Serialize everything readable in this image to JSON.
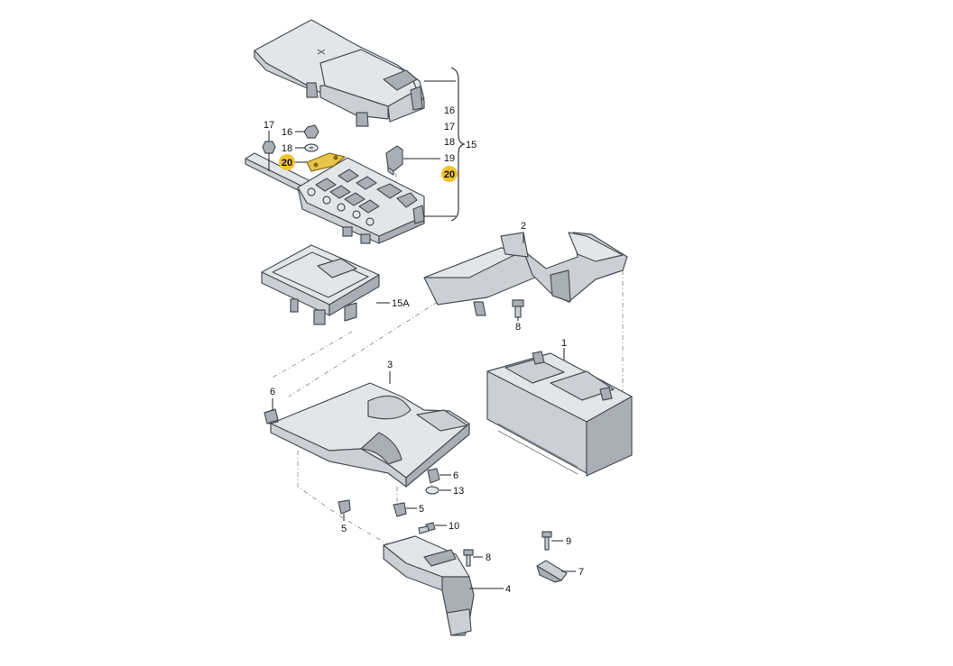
{
  "callouts": {
    "c1": "1",
    "c2": "2",
    "c3": "3",
    "c4": "4",
    "c5a": "5",
    "c5b": "5",
    "c6a": "6",
    "c6b": "6",
    "c7": "7",
    "c8a": "8",
    "c8b": "8",
    "c9": "9",
    "c10": "10",
    "c13": "13",
    "c15": "15",
    "c15a": "15A",
    "c16a": "16",
    "c17a": "17",
    "c18a": "18",
    "c16b": "16",
    "c17b": "17",
    "c18b": "18",
    "c19": "19",
    "c20a": "20",
    "c20b": "20"
  },
  "colors": {
    "highlight_badge": "#f2c230",
    "highlight_part": "#e8c44a",
    "part_fill": "#ccd0d4",
    "outline": "#4a4f55"
  }
}
